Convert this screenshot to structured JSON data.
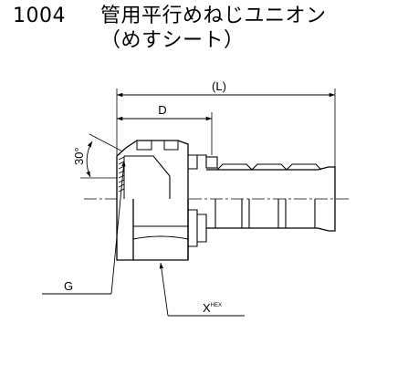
{
  "title": {
    "code": "1004",
    "name": "管用平行めねじユニオン",
    "subtitle": "（めすシート）"
  },
  "dimensions": {
    "overall_length": "(L)",
    "depth": "D",
    "angle": "30°",
    "thread": "G",
    "hex": "X",
    "hex_sub": "HEX"
  }
}
